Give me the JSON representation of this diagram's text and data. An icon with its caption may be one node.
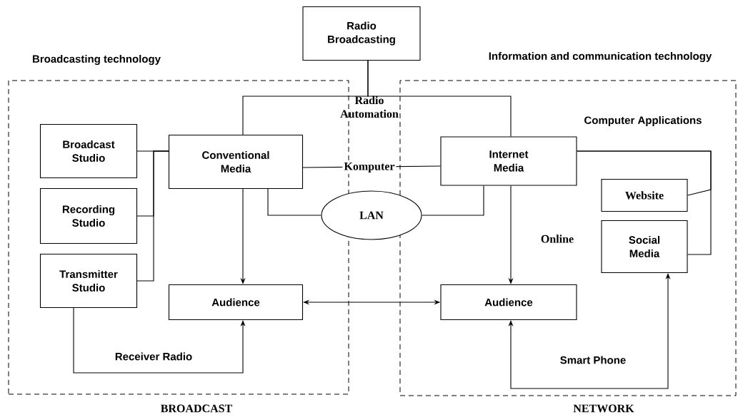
{
  "diagram": {
    "nodes": [
      {
        "text": [
          "Broadcasting technology",
          "BROADCAST"
        ]
      },
      {
        "text": [
          "Information and communication technology",
          "NETWORK"
        ]
      },
      {
        "text": [
          "Radio Broadcasting"
        ]
      },
      {
        "text": [
          "Broadcast Studio"
        ],
        "in": 0
      },
      {
        "text": [
          "Recording Studio"
        ],
        "in": 0
      },
      {
        "text": [
          "Transmitter Studio"
        ],
        "in": 0
      },
      {
        "text": [
          "Conventional Media"
        ],
        "in": 0
      },
      {
        "text": [
          "Audience"
        ],
        "in": 0
      },
      {
        "text": [
          "Internet Media"
        ],
        "in": 1
      },
      {
        "text": [
          "Website"
        ],
        "in": 1
      },
      {
        "text": [
          "Social Media"
        ],
        "in": 1
      },
      {
        "text": [
          "Audience"
        ],
        "in": 1
      },
      {
        "text": [
          "LAN"
        ]
      }
    ],
    "edges": [
      {
        "from": 2,
        "to": 6,
        "arrow": "none"
      },
      {
        "from": 2,
        "to": 8,
        "arrow": "none"
      },
      {
        "from": 3,
        "to": 6,
        "arrow": "none"
      },
      {
        "from": 4,
        "to": 6,
        "arrow": "none"
      },
      {
        "from": 5,
        "to": 6,
        "arrow": "none"
      },
      {
        "from": 6,
        "to": 12,
        "arrow": "none"
      },
      {
        "from": 8,
        "to": 12,
        "arrow": "none"
      },
      {
        "from": 6,
        "to": 8,
        "arrow": "none",
        "label": "Komputer"
      },
      {
        "from": 6,
        "to": 7,
        "arrow": "to"
      },
      {
        "from": 8,
        "to": 11,
        "arrow": "to"
      },
      {
        "from": 7,
        "to": 11,
        "arrow": "both"
      },
      {
        "from": 5,
        "to": 7,
        "arrow": "to",
        "label": "Receiver Radio"
      },
      {
        "from": 8,
        "to": 9,
        "arrow": "none"
      },
      {
        "from": 8,
        "to": 10,
        "arrow": "none"
      },
      {
        "from": 11,
        "to": 10,
        "arrow": "both",
        "label": "Smart Phone"
      }
    ],
    "labels": [
      "Radio Automation",
      "Computer Applications",
      "Online"
    ]
  }
}
